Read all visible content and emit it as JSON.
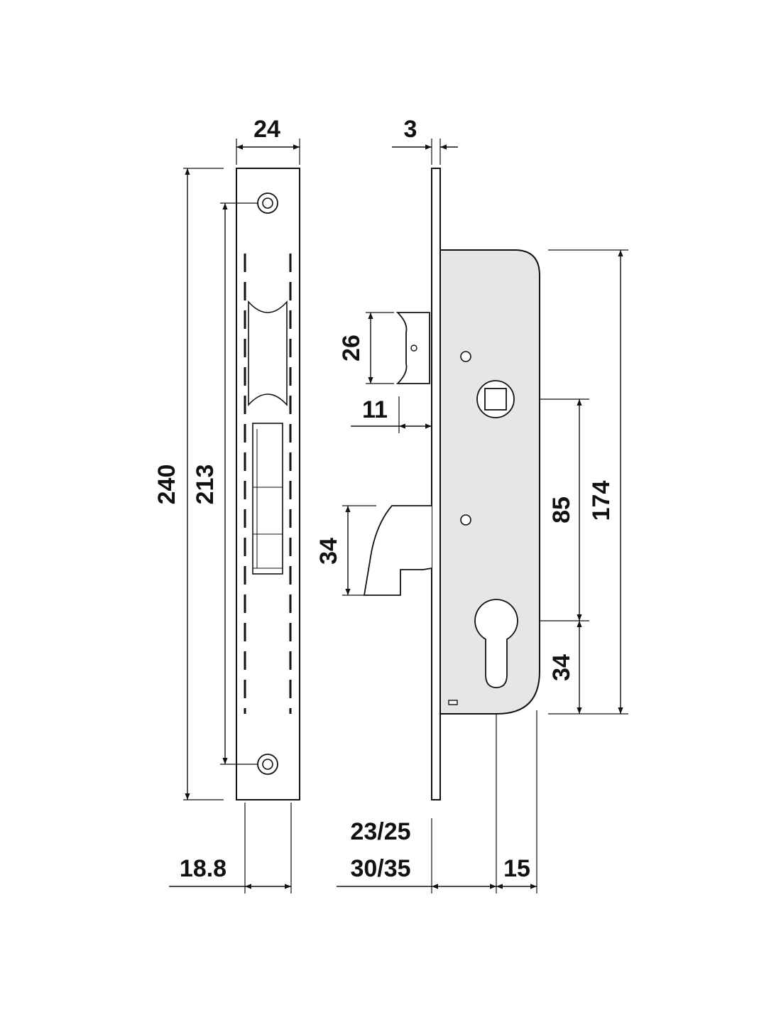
{
  "diagram": {
    "colors": {
      "stroke": "#111111",
      "lock_case_fill": "#e6e6e6",
      "background": "#ffffff"
    },
    "dimensions": {
      "faceplate_width": "24",
      "faceplate_thickness": "3",
      "overall_length": "240",
      "screw_hole_spacing": "213",
      "latch_height": "26",
      "latch_projection": "11",
      "hook_bolt_height": "34",
      "follower_to_cylinder": "85",
      "case_height": "174",
      "cylinder_to_case_bottom": "34",
      "screw_hole_offset": "18.8",
      "backset_line1": "23/25",
      "backset_line2": "30/35",
      "cylinder_to_case_back": "15"
    }
  }
}
